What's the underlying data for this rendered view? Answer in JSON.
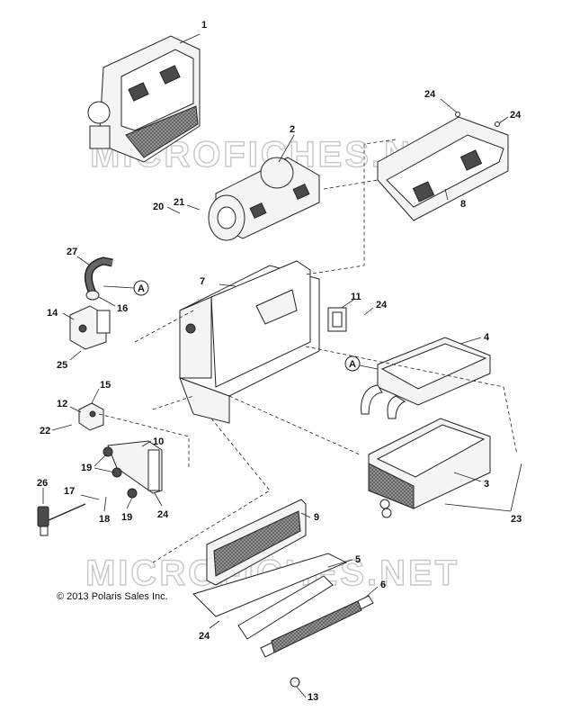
{
  "watermark": "MICROFICHES.NET",
  "copyright": "© 2013 Polaris Sales Inc.",
  "connector_label": "A",
  "callouts": {
    "c1": "1",
    "c2": "2",
    "c3": "3",
    "c4": "4",
    "c5": "5",
    "c6": "6",
    "c7": "7",
    "c8": "8",
    "c9": "9",
    "c10": "10",
    "c11": "11",
    "c12": "12",
    "c13": "13",
    "c14": "14",
    "c15": "15",
    "c16": "16",
    "c17": "17",
    "c18": "18",
    "c19": "19",
    "c20": "20",
    "c21": "21",
    "c22": "22",
    "c23": "23",
    "c24": "24",
    "c25": "25",
    "c26": "26",
    "c27": "27"
  }
}
